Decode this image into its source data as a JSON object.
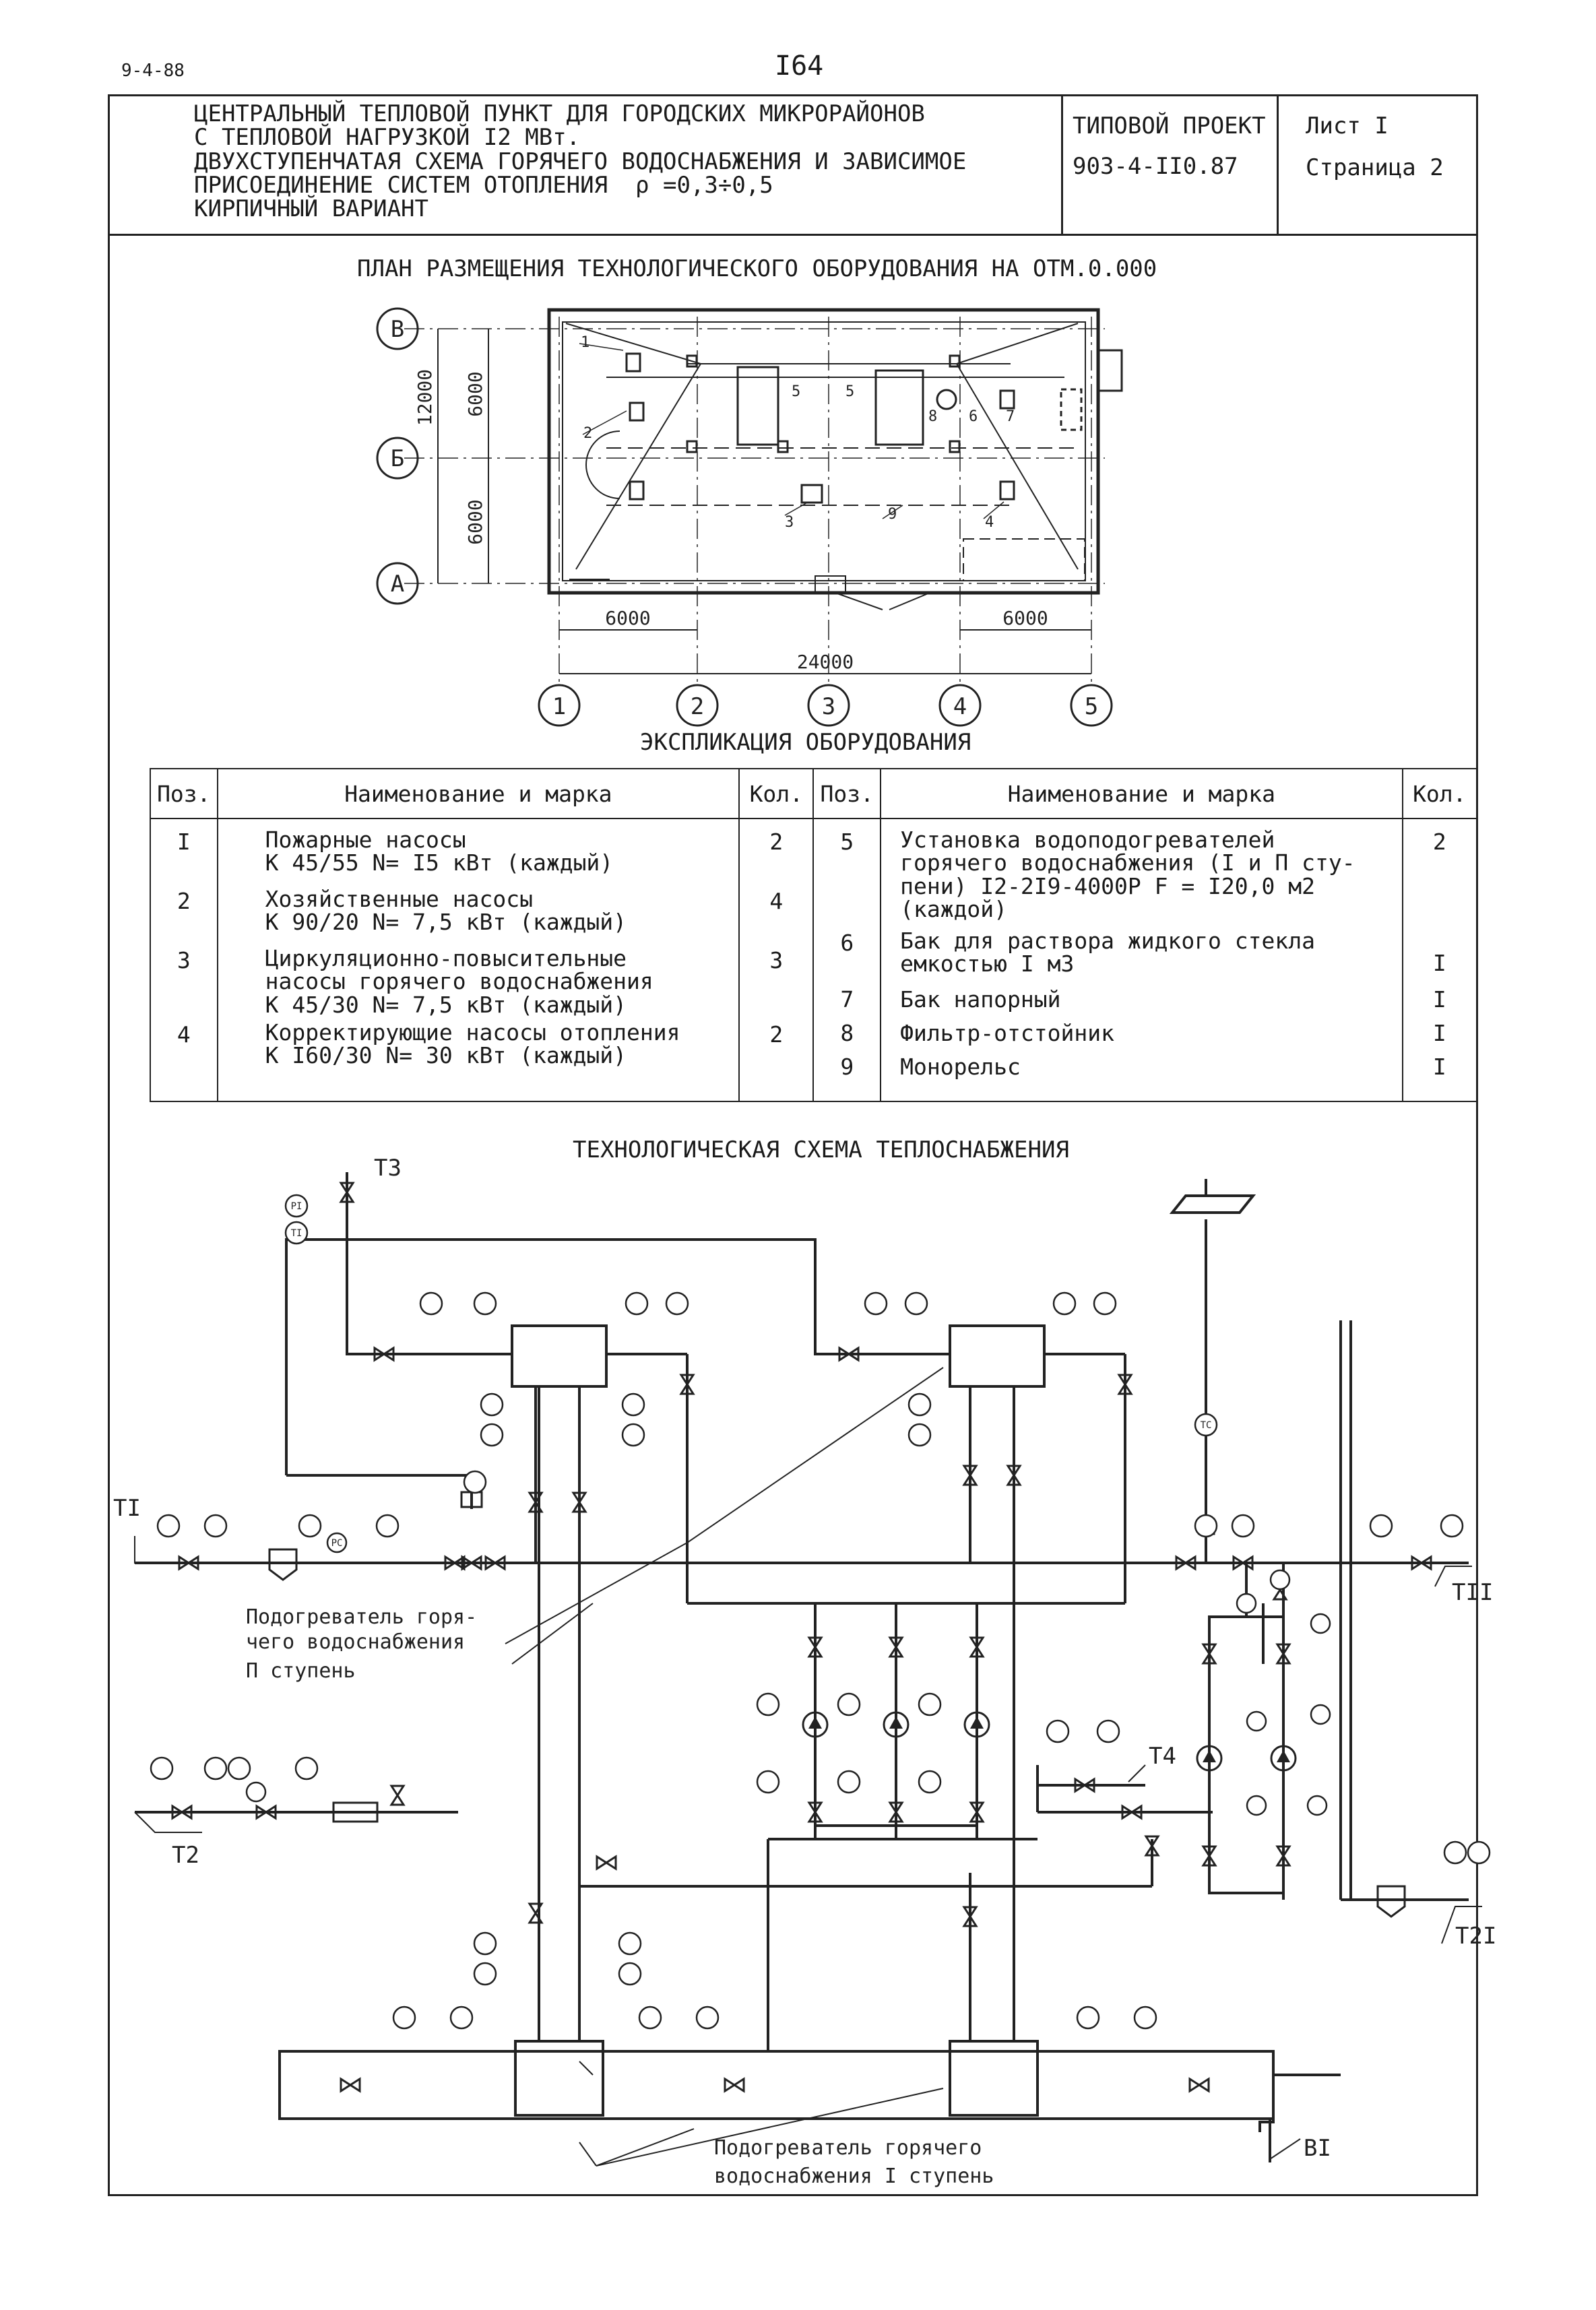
{
  "page": {
    "code": "9-4-88",
    "number": "I64"
  },
  "title_block": {
    "lines": [
      "ЦЕНТРАЛЬНЫЙ ТЕПЛОВОЙ ПУНКТ ДЛЯ ГОРОДСКИХ МИКРОРАЙОНОВ",
      "С ТЕПЛОВОЙ НАГРУЗКОЙ I2 МВт.",
      "ДВУХСТУПЕНЧАТАЯ СХЕМА ГОРЯЧЕГО ВОДОСНАБЖЕНИЯ И ЗАВИСИМОЕ",
      "ПРИСОЕДИНЕНИЕ СИСТЕМ ОТОПЛЕНИЯ",
      "КИРПИЧНЫЙ ВАРИАНТ"
    ],
    "rho": "ρ =0,3÷0,5",
    "project_label": "ТИПОВОЙ ПРОЕКТ",
    "project_code": "903-4-II0.87",
    "sheet": "Лист I",
    "page_label": "Страница 2"
  },
  "plan": {
    "title": "ПЛАН РАЗМЕЩЕНИЯ ТЕХНОЛОГИЧЕСКОГО ОБОРУДОВАНИЯ НА ОТМ.0.000",
    "axes_letters": [
      "В",
      "Б",
      "А"
    ],
    "axes_numbers": [
      "1",
      "2",
      "3",
      "4",
      "5"
    ],
    "dims": {
      "d6000_a": "6000",
      "d6000_b": "6000",
      "d12000": "12000",
      "bottom_left": "6000",
      "bottom_right": "6000",
      "total": "24000"
    },
    "marks": [
      "1",
      "2",
      "3",
      "4",
      "5",
      "5",
      "6",
      "7",
      "8",
      "9"
    ]
  },
  "explication": {
    "title": "ЭКСПЛИКАЦИЯ ОБОРУДОВАНИЯ",
    "headers": [
      "Поз.",
      "Наименование и марка",
      "Кол.",
      "Поз.",
      "Наименование и марка",
      "Кол."
    ],
    "left": [
      {
        "pos": "I",
        "lines": [
          "Пожарные насосы",
          "К 45/55  N= I5 кВт (каждый)"
        ],
        "qty": "2"
      },
      {
        "pos": "2",
        "lines": [
          "Хозяйственные насосы",
          "К 90/20  N= 7,5 кВт (каждый)"
        ],
        "qty": "4"
      },
      {
        "pos": "3",
        "lines": [
          "Циркуляционно-повысительные",
          "насосы горячего водоснабжения",
          "К 45/30  N= 7,5 кВт (каждый)"
        ],
        "qty": "3"
      },
      {
        "pos": "4",
        "lines": [
          "Корректирующие насосы отопления",
          "К I60/30  N= 30 кВт (каждый)"
        ],
        "qty": "2"
      }
    ],
    "right": [
      {
        "pos": "5",
        "lines": [
          "Установка водоподогревателей",
          "горячего водоснабжения (I и П сту-",
          "пени) I2-2I9-4000Р  F = I20,0 м2",
          "(каждой)"
        ],
        "qty": "2"
      },
      {
        "pos": "6",
        "lines": [
          "Бак для раствора жидкого стекла",
          "емкостью I м3"
        ],
        "qty": "I"
      },
      {
        "pos": "7",
        "lines": [
          "Бак напорный"
        ],
        "qty": "I"
      },
      {
        "pos": "8",
        "lines": [
          "Фильтр-отстойник"
        ],
        "qty": "I"
      },
      {
        "pos": "9",
        "lines": [
          "Монорельс"
        ],
        "qty": "I"
      }
    ]
  },
  "scheme": {
    "title": "ТЕХНОЛОГИЧЕСКАЯ СХЕМА ТЕПЛОСНАБЖЕНИЯ",
    "pipes": {
      "t1": "TI",
      "t2": "T2",
      "t3": "T3",
      "t4": "T4",
      "t11": "TII",
      "t21": "T2I",
      "b1": "BI"
    },
    "instruments": {
      "pi": "PI",
      "ti": "TI",
      "tc": "TC",
      "pc": "PC"
    },
    "label_stage2": [
      "Подогреватель горя-",
      "чего водоснабжения",
      "П ступень"
    ],
    "label_stage1": [
      "Подогреватель горячего",
      "водоснабжения I ступень"
    ]
  }
}
